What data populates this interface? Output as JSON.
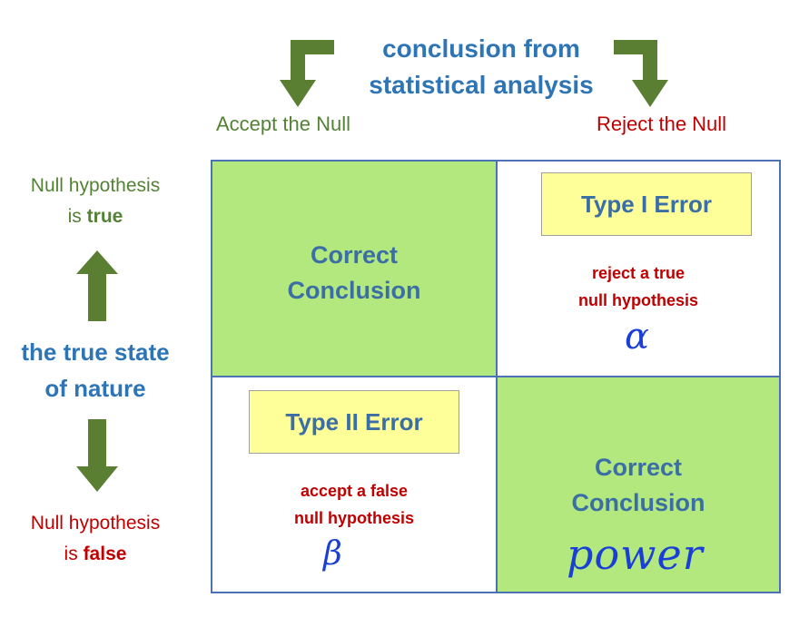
{
  "header": {
    "title_line1": "conclusion from",
    "title_line2": "statistical analysis"
  },
  "columns": {
    "accept": "Accept the Null",
    "reject": "Reject the Null"
  },
  "rows": {
    "true_prefix": "Null hypothesis",
    "true_is": "is",
    "true_word": "true",
    "false_prefix": "Null hypothesis",
    "false_is": "is",
    "false_word": "false",
    "axis_line1": "the true state",
    "axis_line2": "of nature"
  },
  "cells": {
    "top_left": {
      "line1": "Correct",
      "line2": "Conclusion"
    },
    "top_right": {
      "box": "Type I Error",
      "desc_line1": "reject a true",
      "desc_line2": "null hypothesis",
      "handwritten": "α"
    },
    "bottom_left": {
      "box": "Type II Error",
      "desc_line1": "accept a false",
      "desc_line2": "null hypothesis",
      "handwritten": "β"
    },
    "bottom_right": {
      "line1": "Correct",
      "line2": "Conclusion",
      "handwritten": "power"
    }
  },
  "colors": {
    "blue_text": "#2e75b6",
    "green_text": "#548235",
    "red_text": "#c00000",
    "arrow_green": "#5a7f33",
    "cell_green": "#b3e87f",
    "box_yellow": "#ffff99",
    "ink_blue": "#1a3fd6"
  },
  "icons": [
    "elbow-arrow-down-left-icon",
    "elbow-arrow-down-right-icon",
    "arrow-up-icon",
    "arrow-down-icon"
  ]
}
